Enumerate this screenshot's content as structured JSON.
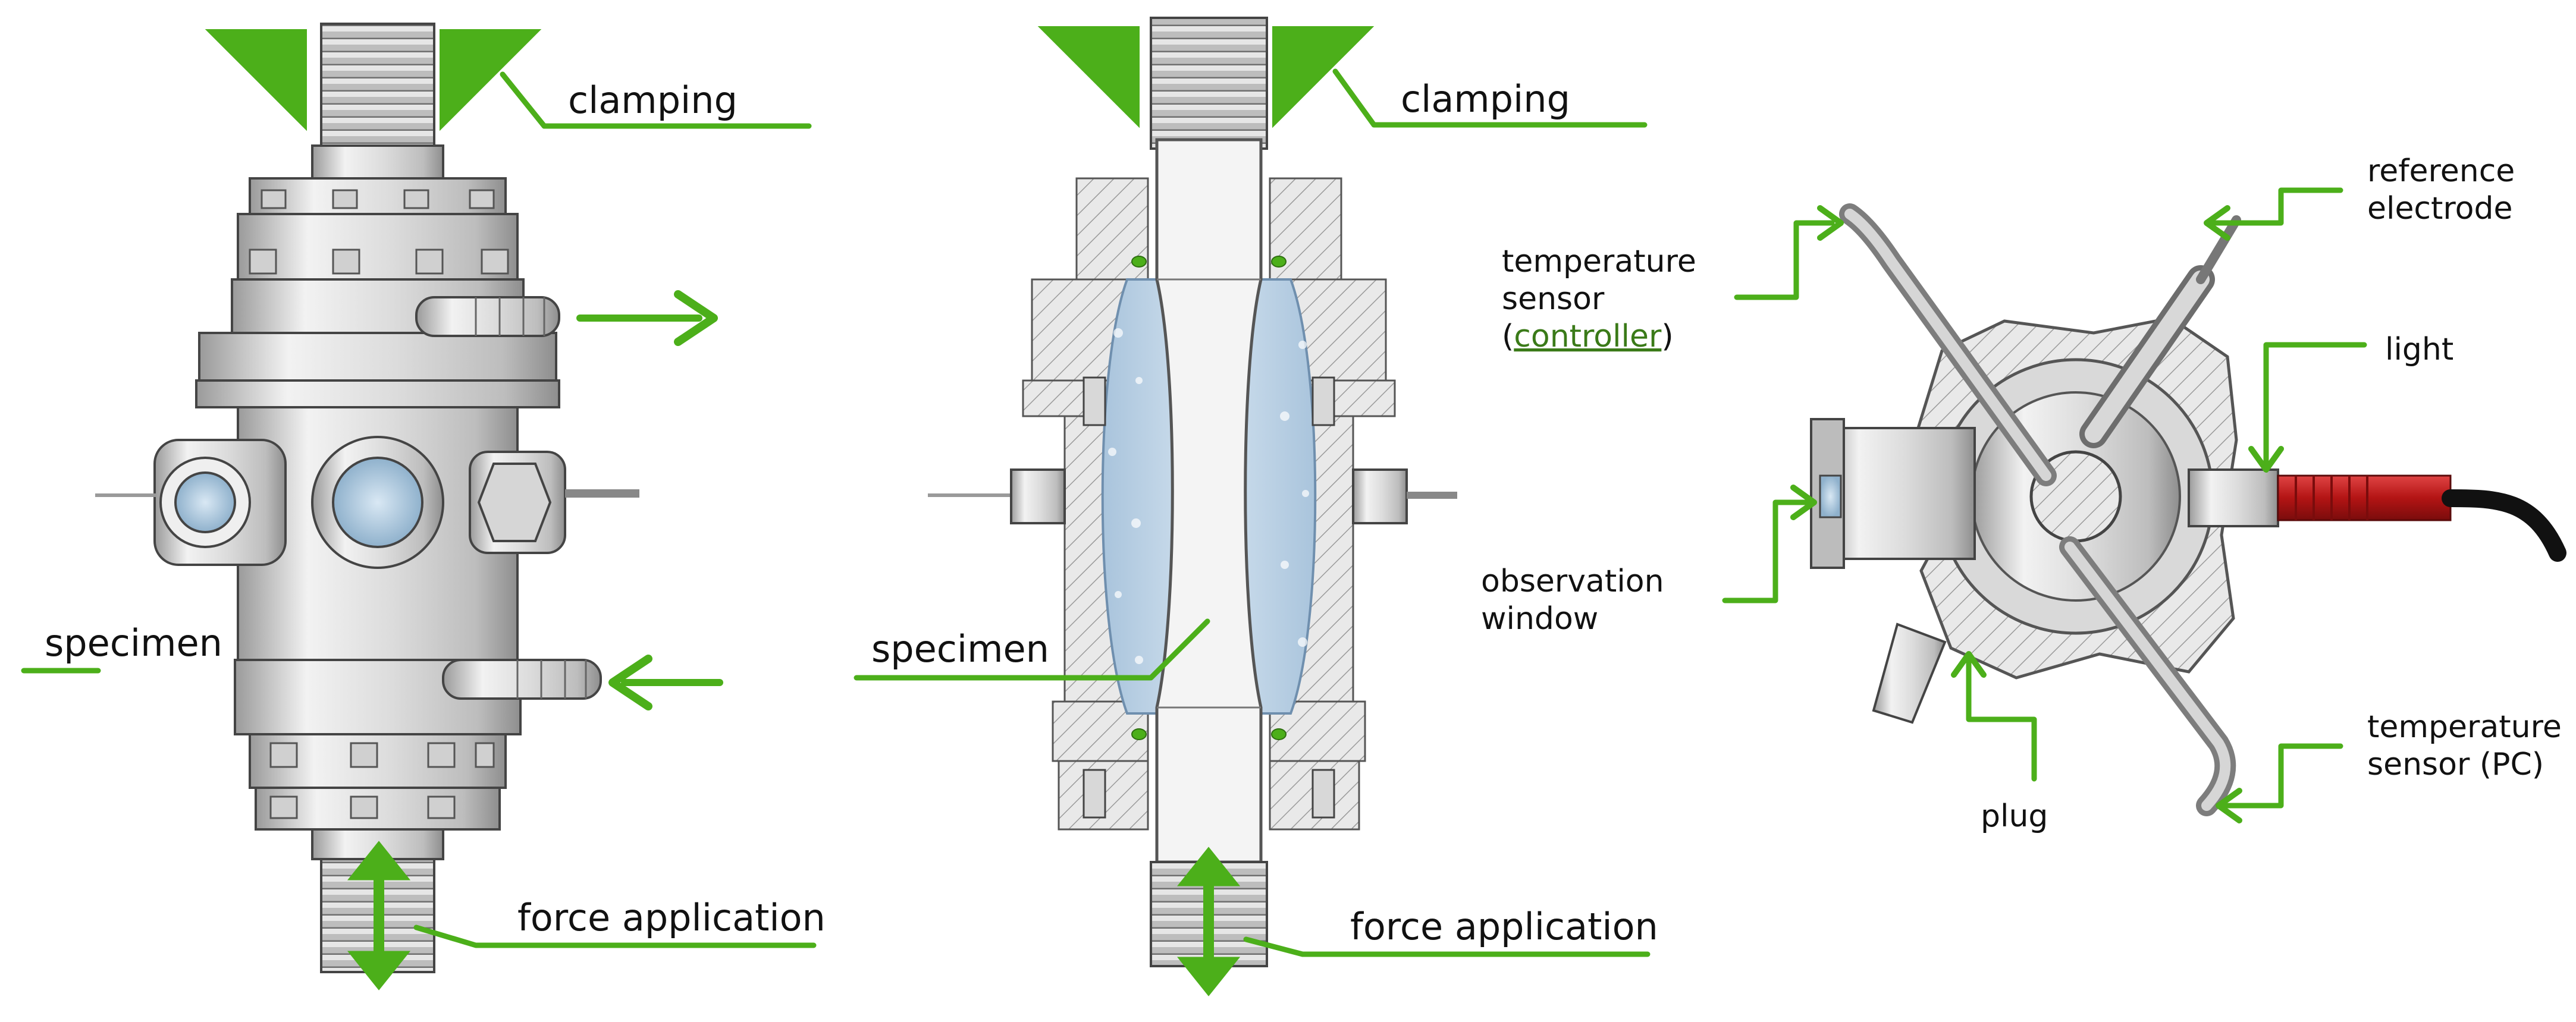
{
  "colors": {
    "accent_green": "#4caf1a",
    "metal_light": "#e4e4e4",
    "metal_mid": "#c8c8c8",
    "metal_dark": "#8a8a8a",
    "liquid_blue": "#bcd3e6",
    "cable_red": "#c41e1e",
    "text": "#111111"
  },
  "left_view": {
    "clamping_label": "clamping",
    "specimen_label": "specimen",
    "force_label": "force application"
  },
  "middle_view": {
    "clamping_label": "clamping",
    "specimen_label": "specimen",
    "force_label": "force application"
  },
  "right_view": {
    "temperature_sensor_controller": {
      "line1": "temperature",
      "line2": "sensor",
      "paren_open": "(",
      "link": "controller",
      "paren_close": ")"
    },
    "reference_electrode": {
      "line1": "reference",
      "line2": "electrode"
    },
    "light_label": "light",
    "observation_window": {
      "line1": "observation",
      "line2": "window"
    },
    "plug_label": "plug",
    "temperature_sensor_pc": {
      "line1": "temperature",
      "line2": "sensor (PC)"
    }
  },
  "icons": [
    "clamp-wedge-icon",
    "flow-out-arrow-icon",
    "flow-in-arrow-icon",
    "double-arrow-icon"
  ]
}
